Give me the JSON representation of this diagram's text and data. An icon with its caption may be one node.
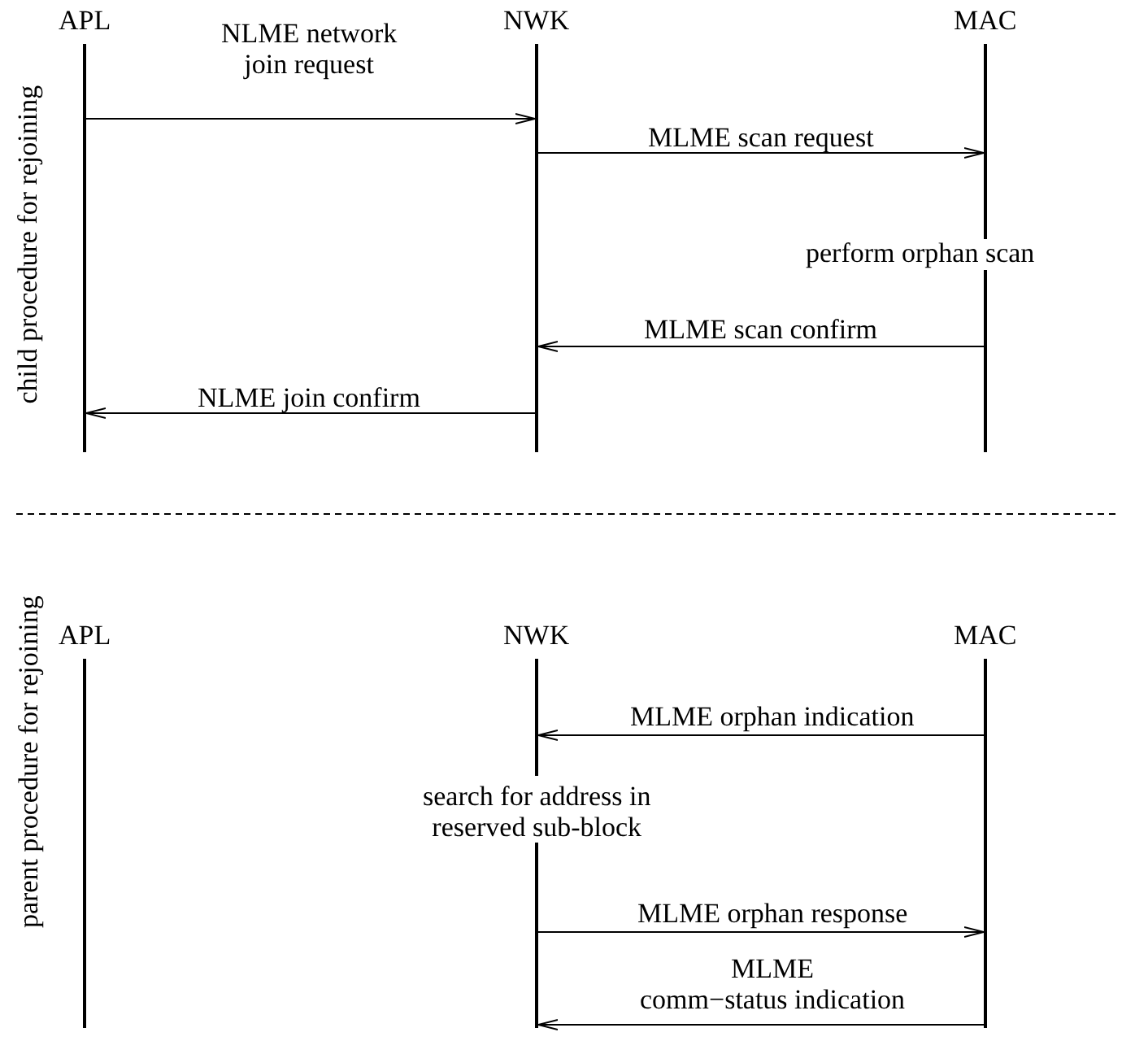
{
  "diagram": {
    "nodes": [
      {
        "text": [],
        "shape": "bar",
        "beside": [
          "APL"
        ]
      },
      {
        "text": [],
        "shape": "bar",
        "beside": [
          "NWK"
        ]
      },
      {
        "text": [],
        "shape": "bar",
        "beside": [
          "MAC"
        ]
      },
      {
        "text": [],
        "shape": "bar",
        "beside": [
          "APL"
        ]
      },
      {
        "text": [],
        "shape": "bar",
        "beside": [
          "NWK"
        ]
      },
      {
        "text": [],
        "shape": "bar"
      },
      {
        "text": [],
        "shape": "bar",
        "beside": [
          "MAC"
        ]
      }
    ],
    "edges": [
      {
        "from": 0,
        "to": 1,
        "arrow": "to",
        "label": "NLME network join request"
      },
      {
        "from": 1,
        "to": 2,
        "arrow": "to",
        "label": "MLME scan request"
      },
      {
        "from": 2,
        "to": 1,
        "arrow": "to",
        "label": "MLME scan confirm"
      },
      {
        "from": 1,
        "to": 0,
        "arrow": "to",
        "label": "NLME join confirm"
      },
      {
        "from": 6,
        "to": 4,
        "arrow": "to",
        "label": "MLME orphan indication"
      },
      {
        "from": 5,
        "to": 6,
        "arrow": "to",
        "label": "MLME orphan response"
      },
      {
        "from": 6,
        "to": 5,
        "arrow": "to",
        "label": "MLME comm−status indication"
      }
    ],
    "labels": [
      "child procedure for rejoining",
      "perform orphan scan",
      "parent procedure for rejoining",
      "search for address in reserved sub-block"
    ]
  }
}
